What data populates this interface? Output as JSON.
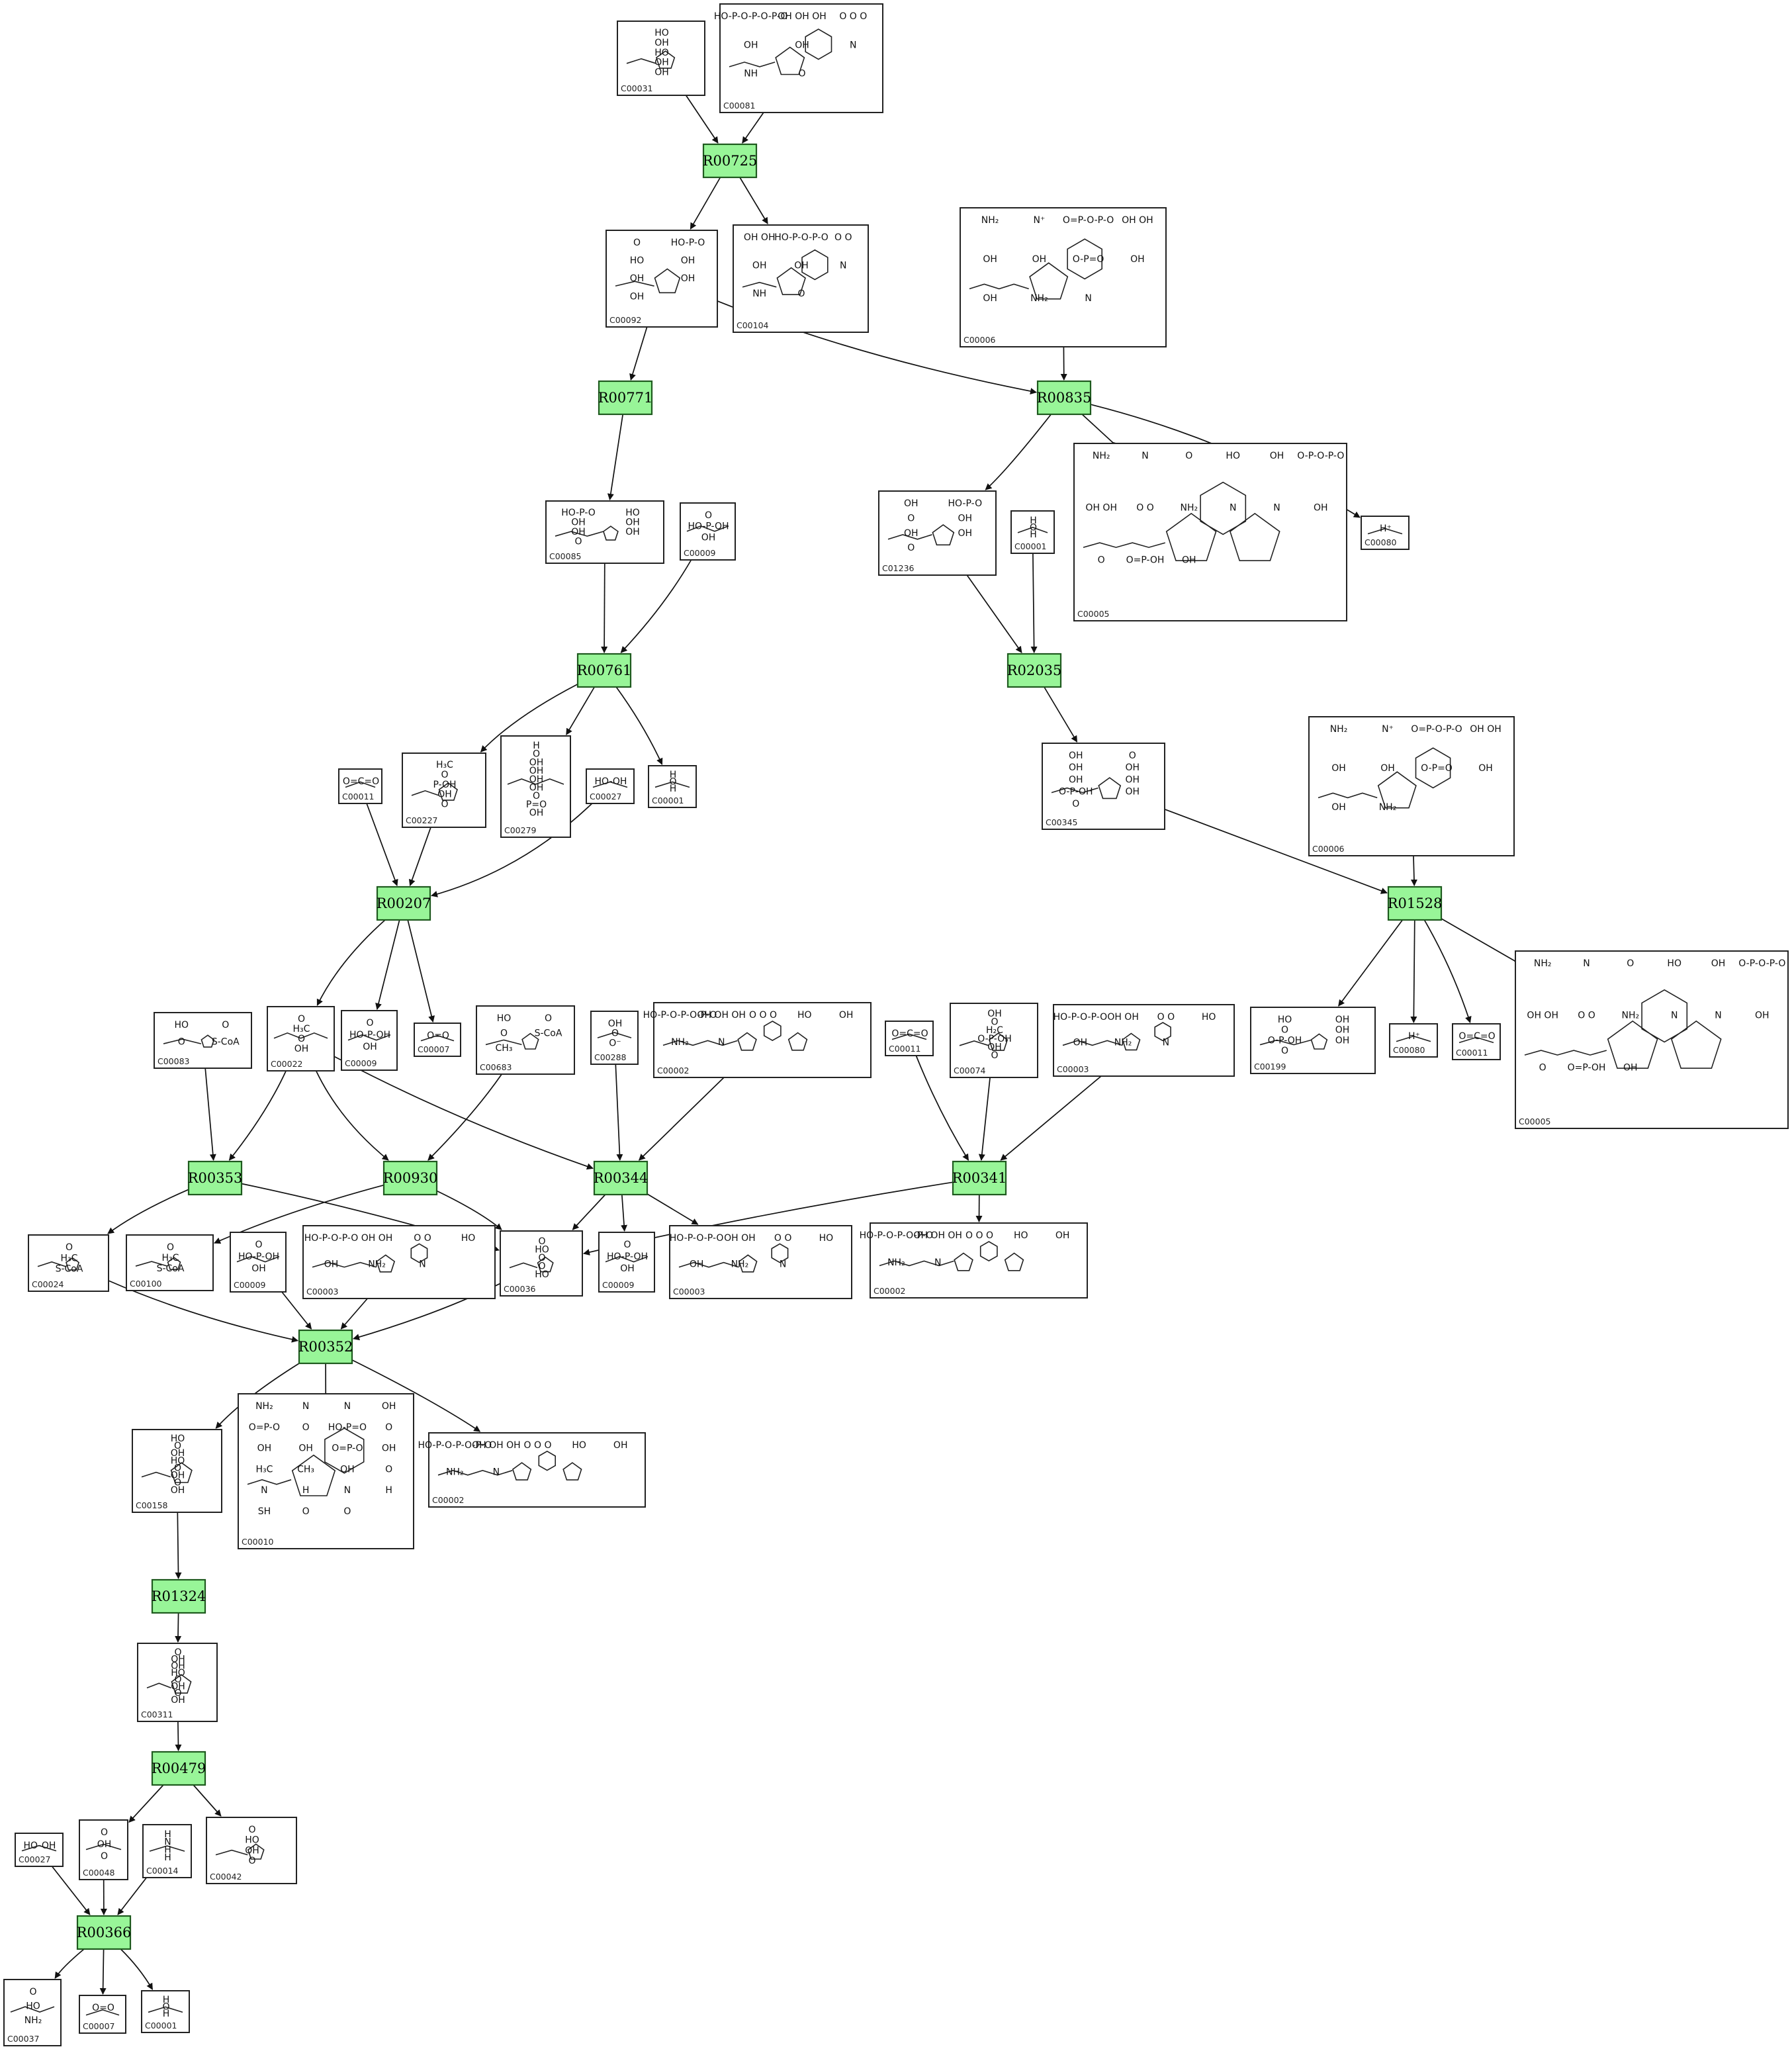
{
  "colors": {
    "reaction_fill": "#98f598",
    "reaction_border": "#1e5a1e",
    "edge": "#111111",
    "box_border": "#222222"
  },
  "reactions": [
    {
      "id": "r00725",
      "label": "R00725"
    },
    {
      "id": "r00771",
      "label": "R00771"
    },
    {
      "id": "r00835",
      "label": "R00835"
    },
    {
      "id": "r00761",
      "label": "R00761"
    },
    {
      "id": "r02035",
      "label": "R02035"
    },
    {
      "id": "r00207",
      "label": "R00207"
    },
    {
      "id": "r01528",
      "label": "R01528"
    },
    {
      "id": "r00353",
      "label": "R00353"
    },
    {
      "id": "r00930",
      "label": "R00930"
    },
    {
      "id": "r00344",
      "label": "R00344"
    },
    {
      "id": "r00341",
      "label": "R00341"
    },
    {
      "id": "r00352",
      "label": "R00352"
    },
    {
      "id": "r01324",
      "label": "R01324"
    },
    {
      "id": "r00479",
      "label": "R00479"
    },
    {
      "id": "r00366",
      "label": "R00366"
    }
  ],
  "compounds": [
    {
      "id": "c31a",
      "label": "C00031",
      "text": [
        "HO",
        "OH",
        "HO",
        "OH",
        "OH"
      ]
    },
    {
      "id": "c81a",
      "label": "C00081",
      "text": [
        "HO-P-O-P-O-P-O",
        "OH OH OH",
        "O  O  O",
        "OH",
        "OH",
        "N",
        "NH",
        "O"
      ]
    },
    {
      "id": "c92a",
      "label": "C00092",
      "text": [
        "O",
        "HO-P-O",
        "HO",
        "OH",
        "OH",
        "OH",
        "OH"
      ]
    },
    {
      "id": "c104a",
      "label": "C00104",
      "text": [
        "OH OH",
        "HO-P-O-P-O",
        "O  O",
        "OH",
        "OH",
        "N",
        "NH",
        "O"
      ]
    },
    {
      "id": "c6a",
      "label": "C00006",
      "text": [
        "NH₂",
        "N⁺",
        "O=P-O-P-O",
        "OH OH",
        "OH",
        "OH",
        "O-P=O",
        "OH",
        "OH",
        "NH₂",
        "N"
      ]
    },
    {
      "id": "c85a",
      "label": "C00085",
      "text": [
        "HO-P-O",
        "HO",
        "OH",
        "OH",
        "OH",
        "OH",
        "O"
      ]
    },
    {
      "id": "c9a",
      "label": "C00009",
      "text": [
        "O",
        "HO-P-OH",
        "OH"
      ]
    },
    {
      "id": "c1236a",
      "label": "C01236",
      "text": [
        "OH",
        "HO-P-O",
        "O",
        "OH",
        "OH",
        "OH",
        "O"
      ]
    },
    {
      "id": "c1a",
      "label": "C00001",
      "text": [
        "H",
        "O",
        "H"
      ]
    },
    {
      "id": "c5a",
      "label": "C00005",
      "text": [
        "NH₂",
        "N",
        "O",
        "HO",
        "OH",
        "O-P-O-P-O",
        "OH OH",
        "O  O",
        "NH₂",
        "N",
        "N",
        "OH",
        "O",
        "O=P-OH",
        "OH"
      ]
    },
    {
      "id": "c80a",
      "label": "C00080",
      "text": [
        "H⁺"
      ]
    },
    {
      "id": "c11a",
      "label": "C00011",
      "text": [
        "O=C=O"
      ]
    },
    {
      "id": "c227a",
      "label": "C00227",
      "text": [
        "H₃C",
        "O",
        "P-OH",
        "OH",
        "O"
      ]
    },
    {
      "id": "c279a",
      "label": "C00279",
      "text": [
        "H",
        "O",
        "OH",
        "OH",
        "OH",
        "OH",
        "O",
        "P=O",
        "OH"
      ]
    },
    {
      "id": "c27a",
      "label": "C00027",
      "text": [
        "HO-OH"
      ]
    },
    {
      "id": "c1b",
      "label": "C00001",
      "text": [
        "H",
        "O",
        "H"
      ]
    },
    {
      "id": "c345a",
      "label": "C00345",
      "text": [
        "OH",
        "O",
        "OH",
        "OH",
        "OH",
        "OH",
        "O-P-OH",
        "OH",
        "O"
      ]
    },
    {
      "id": "c6b",
      "label": "C00006",
      "text": [
        "NH₂",
        "N⁺",
        "O=P-O-P-O",
        "OH OH",
        "OH",
        "OH",
        "O-P=O",
        "OH",
        "OH",
        "NH₂"
      ]
    },
    {
      "id": "c93a",
      "label": "C00083",
      "text": [
        "HO",
        "O",
        "O",
        "S-CoA"
      ]
    },
    {
      "id": "c22a",
      "label": "C00022",
      "text": [
        "O",
        "H₃C",
        "O",
        "OH"
      ]
    },
    {
      "id": "c9b",
      "label": "C00009",
      "text": [
        "O",
        "HO-P-OH",
        "OH"
      ]
    },
    {
      "id": "c7a",
      "label": "C00007",
      "text": [
        "O=O"
      ]
    },
    {
      "id": "c683a",
      "label": "C00683",
      "text": [
        "HO",
        "O",
        "O",
        "S-CoA",
        "CH₃"
      ]
    },
    {
      "id": "c288a",
      "label": "C00288",
      "text": [
        "OH",
        "O",
        "O⁻"
      ]
    },
    {
      "id": "c2a",
      "label": "C00002",
      "text": [
        "HO-P-O-P-O-P-O",
        "OH  OH  OH",
        "O   O   O",
        "HO",
        "OH",
        "NH₂",
        "N"
      ]
    },
    {
      "id": "c11b",
      "label": "C00011",
      "text": [
        "O=C=O"
      ]
    },
    {
      "id": "c74a",
      "label": "C00074",
      "text": [
        "OH",
        "O",
        "H₂C",
        "O-P-OH",
        "OH",
        "O"
      ]
    },
    {
      "id": "c3a",
      "label": "C00003",
      "text": [
        "HO-P-O-P-O",
        "OH OH",
        "O  O",
        "HO",
        "OH",
        "NH₂",
        "N"
      ]
    },
    {
      "id": "c199a",
      "label": "C00199",
      "text": [
        "HO",
        "OH",
        "O",
        "OH",
        "O-P-OH",
        "OH",
        "O"
      ]
    },
    {
      "id": "c80b",
      "label": "C00080",
      "text": [
        "H⁺"
      ]
    },
    {
      "id": "c11c",
      "label": "C00011",
      "text": [
        "O=C=O"
      ]
    },
    {
      "id": "c5b",
      "label": "C00005",
      "text": [
        "NH₂",
        "N",
        "O",
        "HO",
        "OH",
        "O-P-O-P-O",
        "OH OH",
        "O  O",
        "NH₂",
        "N",
        "N",
        "OH",
        "O",
        "O=P-OH",
        "OH"
      ]
    },
    {
      "id": "c24a",
      "label": "C00024",
      "text": [
        "O",
        "H₃C",
        "S-CoA"
      ]
    },
    {
      "id": "c100a",
      "label": "C00100",
      "text": [
        "O",
        "H₃C",
        "S-CoA"
      ]
    },
    {
      "id": "c9c",
      "label": "C00009",
      "text": [
        "O",
        "HO-P-OH",
        "OH"
      ]
    },
    {
      "id": "c3b",
      "label": "C00003",
      "text": [
        "HO-P-O-P-O",
        "OH OH",
        "O  O",
        "HO",
        "OH",
        "NH₂",
        "N"
      ]
    },
    {
      "id": "c36a",
      "label": "C00036",
      "text": [
        "O",
        "HO",
        "O",
        "O",
        "HO"
      ]
    },
    {
      "id": "c9d",
      "label": "C00009",
      "text": [
        "O",
        "HO-P-OH",
        "OH"
      ]
    },
    {
      "id": "c3c",
      "label": "C00003",
      "text": [
        "HO-P-O-P-O",
        "OH OH",
        "O  O",
        "HO",
        "OH",
        "NH₂",
        "N"
      ]
    },
    {
      "id": "c2b",
      "label": "C00002",
      "text": [
        "HO-P-O-P-O-P-O",
        "OH  OH  OH",
        "O   O   O",
        "HO",
        "OH",
        "NH₂",
        "N"
      ]
    },
    {
      "id": "c158a",
      "label": "C00158",
      "text": [
        "HO",
        "O",
        "OH",
        "HO",
        "O",
        "OH",
        "O",
        "OH"
      ]
    },
    {
      "id": "c10a",
      "label": "C00010",
      "text": [
        "NH₂",
        "N",
        "N",
        "OH",
        "O=P-O",
        "O",
        "HO-P=O",
        "O",
        "OH",
        "OH",
        "O=P-O",
        "OH",
        "H₃C",
        "CH₃",
        "OH",
        "O",
        "N",
        "H",
        "N",
        "H",
        "SH",
        "O",
        "O"
      ]
    },
    {
      "id": "c2c",
      "label": "C00002",
      "text": [
        "HO-P-O-P-O-P-O",
        "OH  OH  OH",
        "O   O   O",
        "HO",
        "OH",
        "NH₂",
        "N"
      ]
    },
    {
      "id": "c311a",
      "label": "C00311",
      "text": [
        "O",
        "OH",
        "OH",
        "HO",
        "O",
        "OH",
        "O",
        "OH"
      ]
    },
    {
      "id": "c27b",
      "label": "C00027",
      "text": [
        "HO-OH"
      ]
    },
    {
      "id": "c48a",
      "label": "C00048",
      "text": [
        "O",
        "OH",
        "O"
      ]
    },
    {
      "id": "c14a",
      "label": "C00014",
      "text": [
        "H",
        "N",
        "H",
        "H"
      ]
    },
    {
      "id": "c42a",
      "label": "C00042",
      "text": [
        "O",
        "HO",
        "OH",
        "O"
      ]
    },
    {
      "id": "c37a",
      "label": "C00037",
      "text": [
        "O",
        "HO",
        "NH₂"
      ]
    },
    {
      "id": "c7b",
      "label": "C00007",
      "text": [
        "O=O"
      ]
    },
    {
      "id": "c1c",
      "label": "C00001",
      "text": [
        "H",
        "O",
        "H"
      ]
    }
  ]
}
